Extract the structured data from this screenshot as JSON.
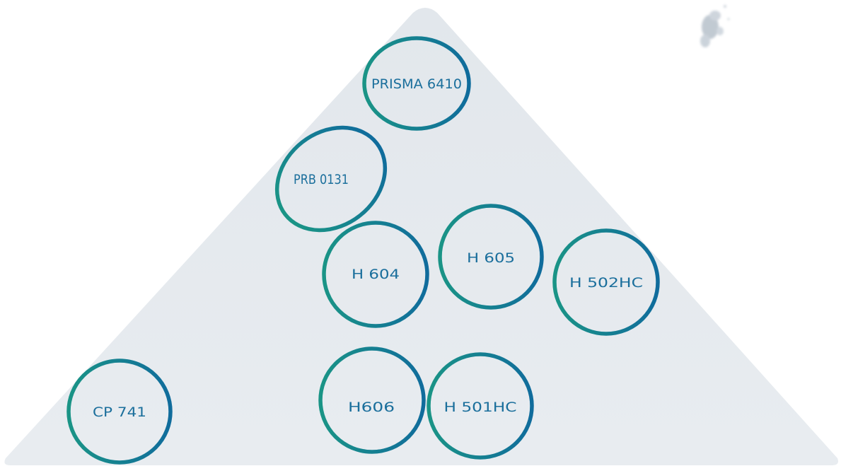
{
  "nodes": [
    {
      "id": "prisma-6410",
      "label": "PRISMA 6410"
    },
    {
      "id": "prb-0131",
      "label": "PRB 0131"
    },
    {
      "id": "h-604",
      "label": "H 604"
    },
    {
      "id": "h-605",
      "label": "H 605"
    },
    {
      "id": "h-502hc",
      "label": "H 502HC"
    },
    {
      "id": "cp-741",
      "label": "CP 741"
    },
    {
      "id": "h606",
      "label": "H606"
    },
    {
      "id": "h-501hc",
      "label": "H 501HC"
    }
  ],
  "colors": {
    "triangle_fill": "#e4e9ee",
    "ring_start": "#1a9486",
    "ring_end": "#106c9c",
    "label_text": "#1b6f9c"
  }
}
